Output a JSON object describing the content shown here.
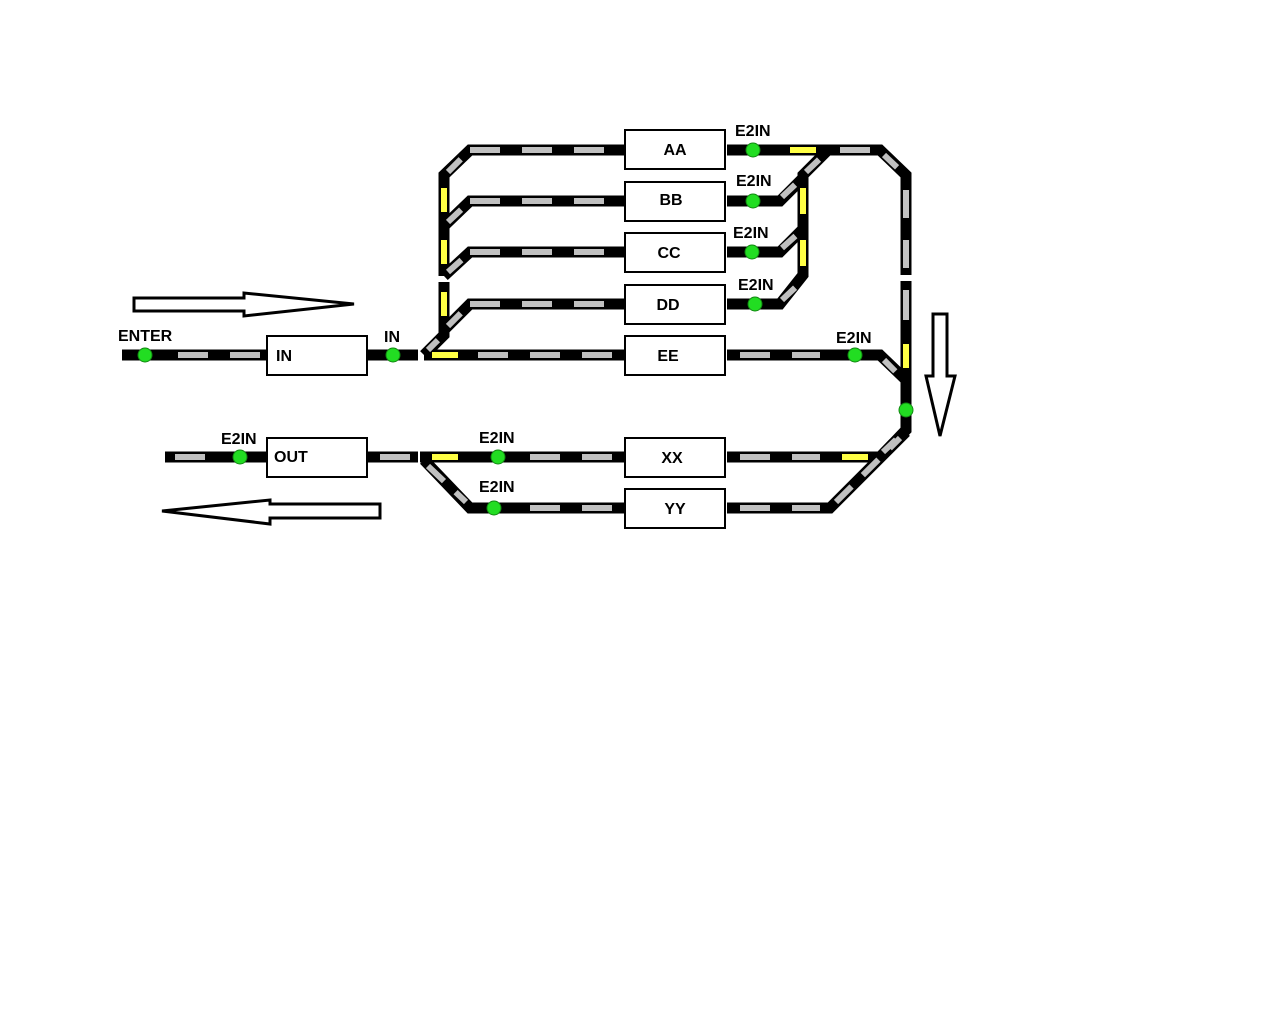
{
  "blocks": {
    "in": "IN",
    "out": "OUT",
    "aa": "AA",
    "bb": "BB",
    "cc": "CC",
    "dd": "DD",
    "ee": "EE",
    "xx": "XX",
    "yy": "YY"
  },
  "sensors": {
    "enter": "ENTER",
    "in": "IN",
    "aa": "E2IN",
    "bb": "E2IN",
    "cc": "E2IN",
    "dd": "E2IN",
    "ee": "E2IN",
    "out": "E2IN",
    "xx": "E2IN",
    "yy": "E2IN"
  },
  "colors": {
    "track": "#000000",
    "sleeper": "#c0c0c0",
    "switch": "#ffff44",
    "sensor": "#22dd22"
  },
  "arrows": [
    "arrow-right-in",
    "arrow-down-loop",
    "arrow-left-out"
  ]
}
